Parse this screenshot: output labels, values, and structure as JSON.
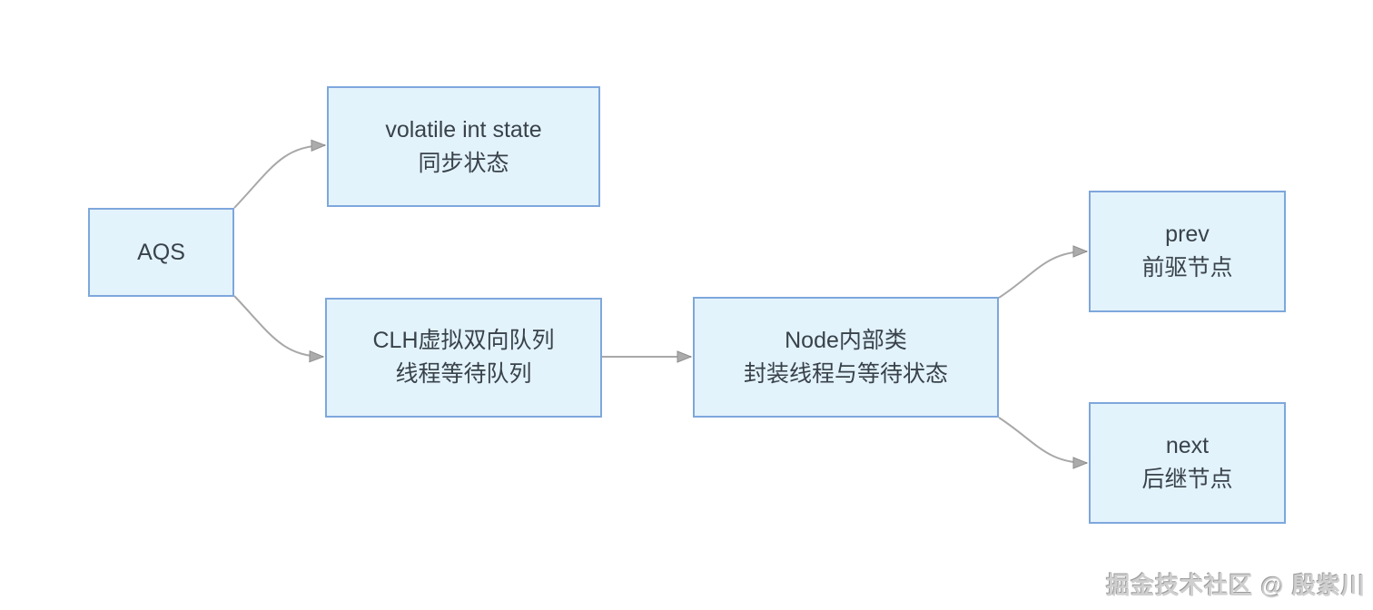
{
  "diagram": {
    "nodes": {
      "aqs": {
        "label": "AQS"
      },
      "state": {
        "line1": "volatile int state",
        "line2": "同步状态"
      },
      "clh": {
        "line1": "CLH虚拟双向队列",
        "line2": "线程等待队列"
      },
      "node_inner": {
        "line1": "Node内部类",
        "line2": "封装线程与等待状态"
      },
      "prev": {
        "line1": "prev",
        "line2": "前驱节点"
      },
      "next": {
        "line1": "next",
        "line2": "后继节点"
      }
    },
    "edges": [
      {
        "from": "aqs",
        "to": "state"
      },
      {
        "from": "aqs",
        "to": "clh"
      },
      {
        "from": "clh",
        "to": "node_inner"
      },
      {
        "from": "node_inner",
        "to": "prev"
      },
      {
        "from": "node_inner",
        "to": "next"
      }
    ],
    "watermark": "掘金技术社区 @ 殷紫川",
    "colors": {
      "node_fill": "#e3f3fc",
      "node_border": "#7ea7dc",
      "node_text": "#39424a",
      "connector": "#a8a8a8",
      "arrowhead_fill": "#ababab",
      "arrowhead_stroke": "#8f8f8f",
      "watermark_text": "#cfcfcf",
      "background": "#ffffff"
    }
  }
}
